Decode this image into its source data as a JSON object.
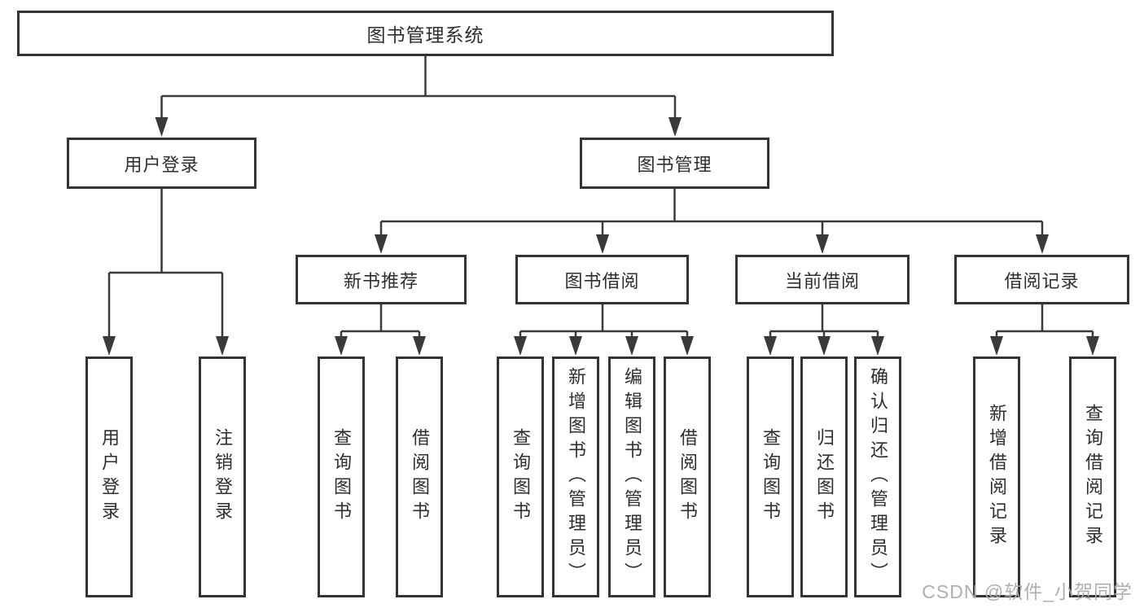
{
  "tree": {
    "label": "图书管理系统",
    "children": [
      {
        "label": "用户登录",
        "children": [
          {
            "label": "用户登录"
          },
          {
            "label": "注销登录"
          }
        ]
      },
      {
        "label": "图书管理",
        "children": [
          {
            "label": "新书推荐",
            "children": [
              {
                "label": "查询图书"
              },
              {
                "label": "借阅图书"
              }
            ]
          },
          {
            "label": "图书借阅",
            "children": [
              {
                "label": "查询图书"
              },
              {
                "label": "新增图书（管理员）"
              },
              {
                "label": "编辑图书（管理员）"
              },
              {
                "label": "借阅图书"
              }
            ]
          },
          {
            "label": "当前借阅",
            "children": [
              {
                "label": "查询图书"
              },
              {
                "label": "归还图书"
              },
              {
                "label": "确认归还（管理员）"
              }
            ]
          },
          {
            "label": "借阅记录",
            "children": [
              {
                "label": "新增借阅记录"
              },
              {
                "label": "查询借阅记录"
              }
            ]
          }
        ]
      }
    ]
  },
  "watermark": {
    "text": "CSDN @软件_小贺同学"
  },
  "colors": {
    "line": "#3a3a3a",
    "box_border": "#333333",
    "text": "#2e2e2e",
    "watermark": "#acaaaa",
    "background": "#ffffff"
  }
}
